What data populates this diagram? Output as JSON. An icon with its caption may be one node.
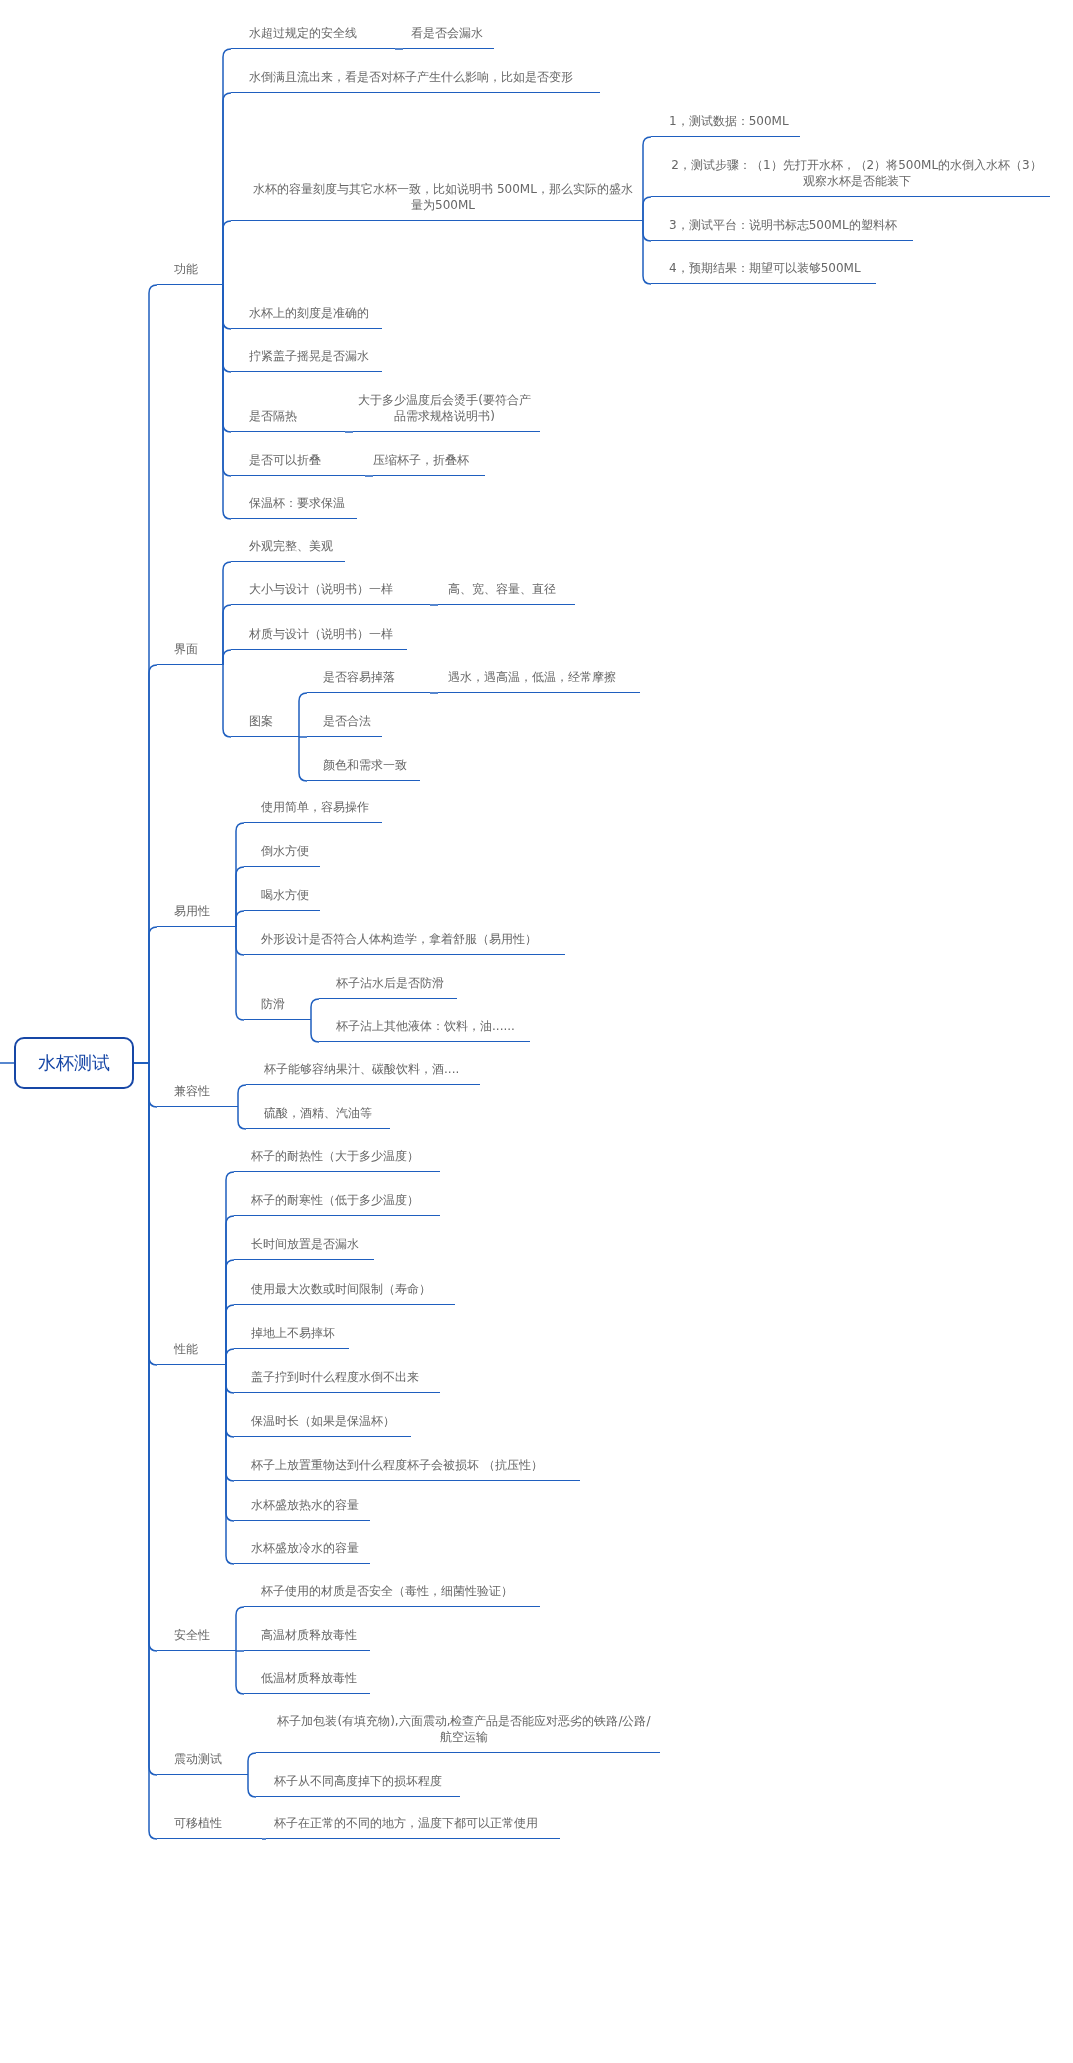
{
  "diagram": {
    "nodes": [
      {
        "text": [
          "水杯测试"
        ]
      },
      {
        "text": [
          "功能"
        ]
      },
      {
        "text": [
          "水超过规定的安全线"
        ]
      },
      {
        "text": [
          "看是否会漏水"
        ]
      },
      {
        "text": [
          "水倒满且流出来，看是否对杯子产生什么影响，比如是否变形"
        ]
      },
      {
        "text": [
          "水杯的容量刻度与其它水杯一致，比如说明书 500ML，那么实际的盛水量为500ML"
        ]
      },
      {
        "text": [
          "1，测试数据：500ML"
        ]
      },
      {
        "text": [
          "2，测试步骤：（1）先打开水杯，（2）将500ML的水倒入水杯（3）观察水杯是否能装下"
        ]
      },
      {
        "text": [
          "3，测试平台：说明书标志500ML的塑料杯"
        ]
      },
      {
        "text": [
          "4，预期结果：期望可以装够500ML"
        ]
      },
      {
        "text": [
          "水杯上的刻度是准确的"
        ]
      },
      {
        "text": [
          "拧紧盖子摇晃是否漏水"
        ]
      },
      {
        "text": [
          "是否隔热"
        ]
      },
      {
        "text": [
          "大于多少温度后会烫手(要符合产品需求规格说明书)"
        ]
      },
      {
        "text": [
          "是否可以折叠"
        ]
      },
      {
        "text": [
          "压缩杯子，折叠杯"
        ]
      },
      {
        "text": [
          "保温杯：要求保温"
        ]
      },
      {
        "text": [
          "界面"
        ]
      },
      {
        "text": [
          "外观完整、美观"
        ]
      },
      {
        "text": [
          "大小与设计（说明书）一样"
        ]
      },
      {
        "text": [
          "高、宽、容量、直径"
        ]
      },
      {
        "text": [
          "材质与设计（说明书）一样"
        ]
      },
      {
        "text": [
          "图案"
        ]
      },
      {
        "text": [
          "是否容易掉落"
        ]
      },
      {
        "text": [
          "遇水，遇高温，低温，经常摩擦"
        ]
      },
      {
        "text": [
          "是否合法"
        ]
      },
      {
        "text": [
          "颜色和需求一致"
        ]
      },
      {
        "text": [
          "易用性"
        ]
      },
      {
        "text": [
          "使用简单，容易操作"
        ]
      },
      {
        "text": [
          "倒水方便"
        ]
      },
      {
        "text": [
          "喝水方便"
        ]
      },
      {
        "text": [
          "外形设计是否符合人体构造学，拿着舒服（易用性）"
        ]
      },
      {
        "text": [
          "防滑"
        ]
      },
      {
        "text": [
          "杯子沾水后是否防滑"
        ]
      },
      {
        "text": [
          "杯子沾上其他液体：饮料，油......"
        ]
      },
      {
        "text": [
          "兼容性"
        ]
      },
      {
        "text": [
          "杯子能够容纳果汁、碳酸饮料，酒...."
        ]
      },
      {
        "text": [
          "硫酸，酒精、汽油等"
        ]
      },
      {
        "text": [
          "性能"
        ]
      },
      {
        "text": [
          "杯子的耐热性（大于多少温度）"
        ]
      },
      {
        "text": [
          "杯子的耐寒性（低于多少温度）"
        ]
      },
      {
        "text": [
          "长时间放置是否漏水"
        ]
      },
      {
        "text": [
          "使用最大次数或时间限制（寿命）"
        ]
      },
      {
        "text": [
          "掉地上不易摔坏"
        ]
      },
      {
        "text": [
          "盖子拧到时什么程度水倒不出来"
        ]
      },
      {
        "text": [
          "保温时长（如果是保温杯）"
        ]
      },
      {
        "text": [
          "杯子上放置重物达到什么程度杯子会被损坏 （抗压性）"
        ]
      },
      {
        "text": [
          "水杯盛放热水的容量"
        ]
      },
      {
        "text": [
          "水杯盛放冷水的容量"
        ]
      },
      {
        "text": [
          "安全性"
        ]
      },
      {
        "text": [
          "杯子使用的材质是否安全（毒性，细菌性验证）"
        ]
      },
      {
        "text": [
          "高温材质释放毒性"
        ]
      },
      {
        "text": [
          "低温材质释放毒性"
        ]
      },
      {
        "text": [
          "震动测试"
        ]
      },
      {
        "text": [
          "杯子加包装(有填充物),六面震动,检查产品是否能应对恶劣的铁路/公路/航空运输"
        ]
      },
      {
        "text": [
          "杯子从不同高度掉下的损坏程度"
        ]
      },
      {
        "text": [
          "可移植性"
        ]
      },
      {
        "text": [
          "杯子在正常的不同的地方，温度下都可以正常使用"
        ]
      }
    ],
    "edges": [
      {
        "from": null,
        "to": 0,
        "arrow": "none"
      },
      {
        "from": 0,
        "to": 1,
        "arrow": "none"
      },
      {
        "from": 1,
        "to": 2,
        "arrow": "none"
      },
      {
        "from": 2,
        "to": 3,
        "arrow": "none"
      },
      {
        "from": 1,
        "to": 4,
        "arrow": "none"
      },
      {
        "from": 1,
        "to": 5,
        "arrow": "none"
      },
      {
        "from": 5,
        "to": 6,
        "arrow": "none"
      },
      {
        "from": 5,
        "to": 7,
        "arrow": "none"
      },
      {
        "from": 5,
        "to": 8,
        "arrow": "none"
      },
      {
        "from": 5,
        "to": 9,
        "arrow": "none"
      },
      {
        "from": 1,
        "to": 10,
        "arrow": "none"
      },
      {
        "from": 1,
        "to": 11,
        "arrow": "none"
      },
      {
        "from": 1,
        "to": 12,
        "arrow": "none"
      },
      {
        "from": 12,
        "to": 13,
        "arrow": "none"
      },
      {
        "from": 1,
        "to": 14,
        "arrow": "none"
      },
      {
        "from": 14,
        "to": 15,
        "arrow": "none"
      },
      {
        "from": 1,
        "to": 16,
        "arrow": "none"
      },
      {
        "from": 0,
        "to": 17,
        "arrow": "none"
      },
      {
        "from": 17,
        "to": 18,
        "arrow": "none"
      },
      {
        "from": 17,
        "to": 19,
        "arrow": "none"
      },
      {
        "from": 19,
        "to": 20,
        "arrow": "none"
      },
      {
        "from": 17,
        "to": 21,
        "arrow": "none"
      },
      {
        "from": 17,
        "to": 22,
        "arrow": "none"
      },
      {
        "from": 22,
        "to": 23,
        "arrow": "none"
      },
      {
        "from": 23,
        "to": 24,
        "arrow": "none"
      },
      {
        "from": 22,
        "to": 25,
        "arrow": "none"
      },
      {
        "from": 22,
        "to": 26,
        "arrow": "none"
      },
      {
        "from": 0,
        "to": 27,
        "arrow": "none"
      },
      {
        "from": 27,
        "to": 28,
        "arrow": "none"
      },
      {
        "from": 27,
        "to": 29,
        "arrow": "none"
      },
      {
        "from": 27,
        "to": 30,
        "arrow": "none"
      },
      {
        "from": 27,
        "to": 31,
        "arrow": "none"
      },
      {
        "from": 27,
        "to": 32,
        "arrow": "none"
      },
      {
        "from": 32,
        "to": 33,
        "arrow": "none"
      },
      {
        "from": 32,
        "to": 34,
        "arrow": "none"
      },
      {
        "from": 0,
        "to": 35,
        "arrow": "none"
      },
      {
        "from": 35,
        "to": 36,
        "arrow": "none"
      },
      {
        "from": 35,
        "to": 37,
        "arrow": "none"
      },
      {
        "from": 0,
        "to": 38,
        "arrow": "none"
      },
      {
        "from": 38,
        "to": 39,
        "arrow": "none"
      },
      {
        "from": 38,
        "to": 40,
        "arrow": "none"
      },
      {
        "from": 38,
        "to": 41,
        "arrow": "none"
      },
      {
        "from": 38,
        "to": 42,
        "arrow": "none"
      },
      {
        "from": 38,
        "to": 43,
        "arrow": "none"
      },
      {
        "from": 38,
        "to": 44,
        "arrow": "none"
      },
      {
        "from": 38,
        "to": 45,
        "arrow": "none"
      },
      {
        "from": 38,
        "to": 46,
        "arrow": "none"
      },
      {
        "from": 38,
        "to": 47,
        "arrow": "none"
      },
      {
        "from": 38,
        "to": 48,
        "arrow": "none"
      },
      {
        "from": 0,
        "to": 49,
        "arrow": "none"
      },
      {
        "from": 49,
        "to": 50,
        "arrow": "none"
      },
      {
        "from": 49,
        "to": 51,
        "arrow": "none"
      },
      {
        "from": 49,
        "to": 52,
        "arrow": "none"
      },
      {
        "from": 0,
        "to": 53,
        "arrow": "none"
      },
      {
        "from": 53,
        "to": 54,
        "arrow": "none"
      },
      {
        "from": 53,
        "to": 55,
        "arrow": "none"
      },
      {
        "from": 0,
        "to": 56,
        "arrow": "none"
      },
      {
        "from": 56,
        "to": 57,
        "arrow": "none"
      }
    ]
  }
}
